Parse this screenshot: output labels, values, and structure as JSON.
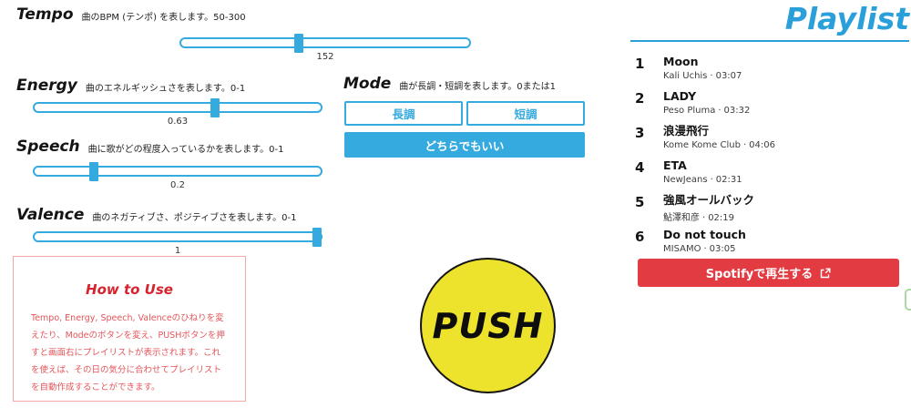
{
  "colors": {
    "accent_blue": "#35aade",
    "playlist_blue": "#2b9fd9",
    "howto_red": "#e4555a",
    "spotify_red": "#e23b42",
    "push_yellow": "#ede22c"
  },
  "sliders": [
    {
      "name": "Tempo",
      "description": "曲のBPM (テンポ) を表します。50-300",
      "value": "152",
      "percent": 41
    },
    {
      "name": "Energy",
      "description": "曲のエネルギッシュさを表します。0-1",
      "value": "0.63",
      "percent": 63
    },
    {
      "name": "Speech",
      "description": "曲に歌がどの程度入っているかを表します。0-1",
      "value": "0.2",
      "percent": 21
    },
    {
      "name": "Valence",
      "description": "曲のネガティブさ、ポジティブさを表します。0-1",
      "value": "1",
      "percent": 98
    }
  ],
  "mode": {
    "label": "Mode",
    "description": "曲が長調・短調を表します。0または1",
    "major_label": "長調",
    "minor_label": "短調",
    "either_label": "どちらでもいい"
  },
  "how_to_use": {
    "title": "How to Use",
    "body": "Tempo, Energy, Speech, Valenceのひねりを変えたり、Modeのボタンを変え、PUSHボタンを押すと画面右にプレイリストが表示されます。これを使えば、その日の気分に合わせてプレイリストを自動作成することができます。"
  },
  "push_button": {
    "label": "PUSH"
  },
  "playlist": {
    "title": "Playlist",
    "meta_separator": "·",
    "tracks": [
      {
        "num": "1",
        "title": "Moon",
        "artist": "Kali Uchis",
        "duration": "03:07"
      },
      {
        "num": "2",
        "title": "LADY",
        "artist": "Peso Pluma",
        "duration": "03:32"
      },
      {
        "num": "3",
        "title": "浪漫飛行",
        "artist": "Kome Kome Club",
        "duration": "04:06"
      },
      {
        "num": "4",
        "title": "ETA",
        "artist": "NewJeans",
        "duration": "02:31"
      },
      {
        "num": "5",
        "title": "強風オールバック",
        "artist": "鮎澤和彦",
        "duration": "02:19"
      },
      {
        "num": "6",
        "title": "Do not touch",
        "artist": "MISAMO",
        "duration": "03:05"
      }
    ],
    "spotify_label": "Spotifyで再生する"
  }
}
